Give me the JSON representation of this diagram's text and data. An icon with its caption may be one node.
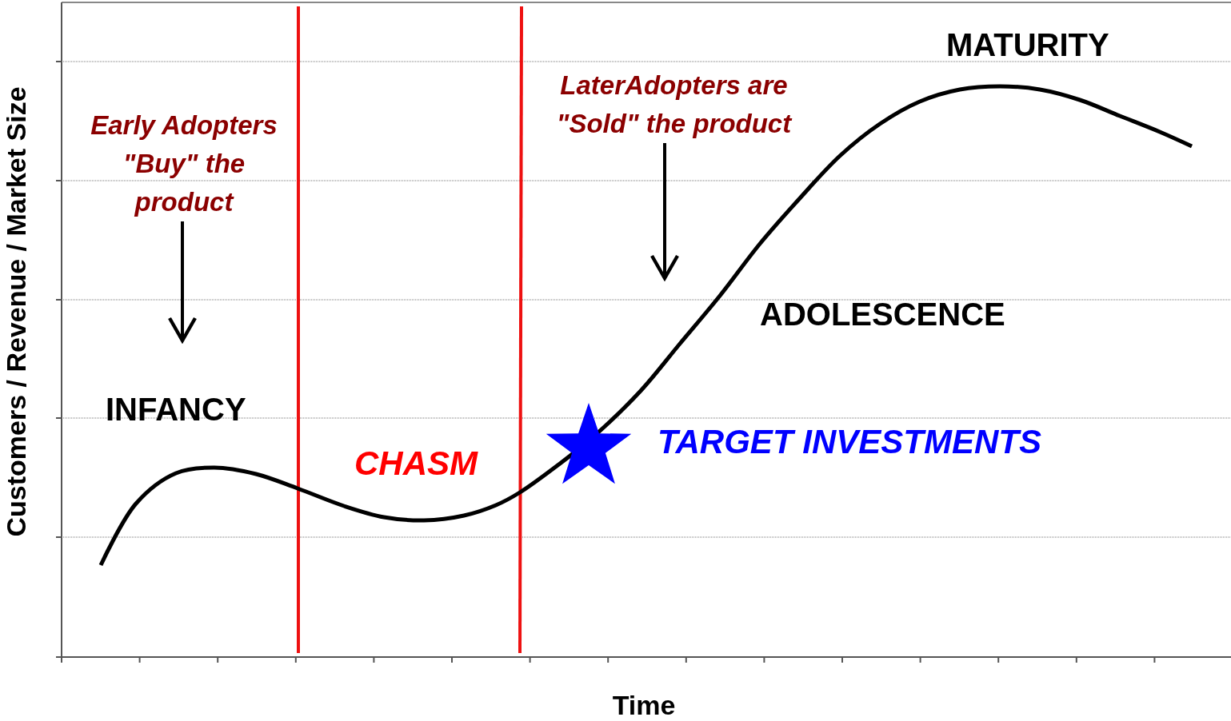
{
  "diagram": {
    "nodes": [
      {
        "text": [
          "Early Adopters \"Buy\" the product"
        ]
      },
      {
        "text": [
          "LaterAdopters are \"Sold\" the product"
        ]
      }
    ],
    "edges": [
      {
        "from": 0,
        "to": null,
        "arrow": "to"
      },
      {
        "from": 1,
        "to": null,
        "arrow": "to"
      }
    ],
    "labels": [
      "MATURITY",
      "ADOLESCENCE",
      "INFANCY",
      "CHASM",
      "TARGET INVESTMENTS",
      "Customers / Revenue / Market Size",
      "Time"
    ]
  }
}
